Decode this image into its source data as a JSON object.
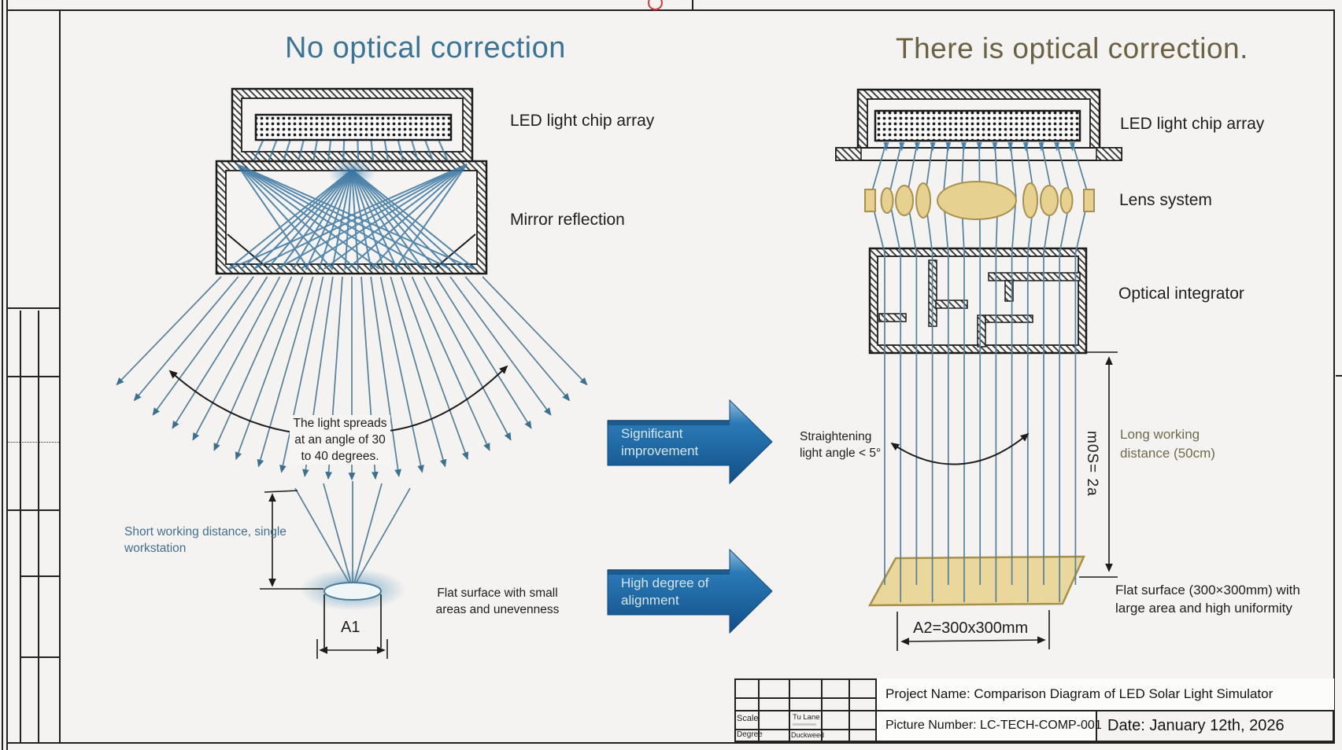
{
  "left": {
    "title": "No optical correction",
    "led_label": "LED light chip array",
    "mirror_label": "Mirror reflection",
    "spread_note": "The light spreads at an angle of 30 to 40 degrees.",
    "working_note": "Short working distance, single workstation",
    "surface_note": "Flat surface with small areas and unevenness",
    "a1": "A1"
  },
  "middle": {
    "arrow1_label": "Significant improvement",
    "arrow2_label": "High degree of alignment",
    "straighten_note": "Straightening light angle < 5°"
  },
  "right": {
    "title": "There is optical correction.",
    "led_label": "LED light chip array",
    "lens_label": "Lens system",
    "integrator_label": "Optical integrator",
    "distance_note": "Long working distance (50cm)",
    "dim_label": "m0S= 2a",
    "a2": "A2=300x300mm",
    "surface_note": "Flat surface (300×300mm) with large area and high uniformity"
  },
  "titleblock": {
    "project": "Project Name: Comparison Diagram of LED Solar Light Simulator",
    "picture": "Picture Number: LC-TECH-COMP-001",
    "date": "Date: January 12th, 2026",
    "scale": "Scale",
    "degree": "Degree",
    "tu_lane": "Tu Lane",
    "duckweed": "Duckweed"
  },
  "colors": {
    "left_title": "#3a7598",
    "right_title": "#6a6243",
    "ray_blue": "#54809c",
    "arrow_blue": "#1d6cae",
    "lens_tan": "#e7d190",
    "surface_tan": "#ead79b",
    "note_blue": "#41708f",
    "note_olive": "#6f6a4a",
    "mark_red": "#d83c3c"
  }
}
